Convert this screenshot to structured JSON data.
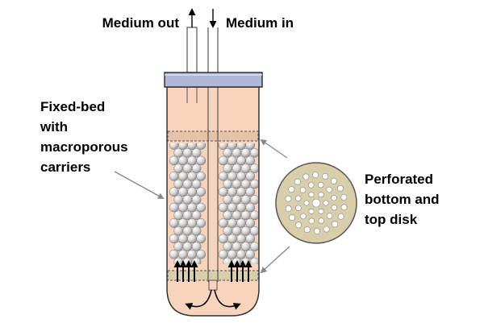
{
  "labels": {
    "medium_out": "Medium out",
    "medium_in": "Medium in",
    "fixed_bed": [
      "Fixed-bed",
      "with",
      "macroporous",
      "carriers"
    ],
    "disk": [
      "Perforated",
      "bottom and",
      "top disk"
    ]
  },
  "colors": {
    "medium": "#f9d4bc",
    "lid": "#aeb8d8",
    "disk_fill": "#d8cfaa",
    "carrier": "#c6c6c6",
    "outline": "#333333",
    "pointer": "#888888"
  }
}
